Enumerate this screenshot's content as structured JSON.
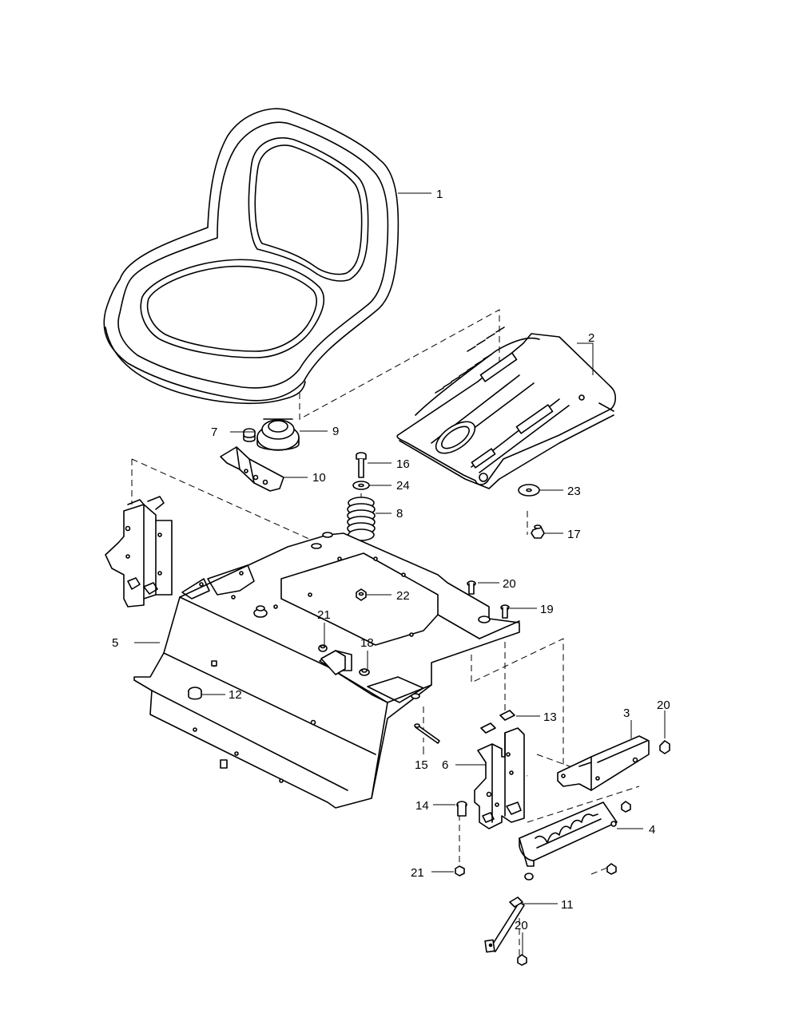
{
  "callouts": {
    "c1": "1",
    "c2": "2",
    "c3": "3",
    "c4": "4",
    "c5": "5",
    "c6": "6",
    "c7": "7",
    "c8": "8",
    "c9": "9",
    "c10": "10",
    "c11": "11",
    "c12": "12",
    "c13": "13",
    "c14": "14",
    "c15": "15",
    "c16": "16",
    "c17": "17",
    "c18": "18",
    "c19": "19",
    "c20a": "20",
    "c20b": "20",
    "c20c": "20",
    "c21a": "21",
    "c21b": "21",
    "c22": "22",
    "c23": "23",
    "c24": "24"
  }
}
